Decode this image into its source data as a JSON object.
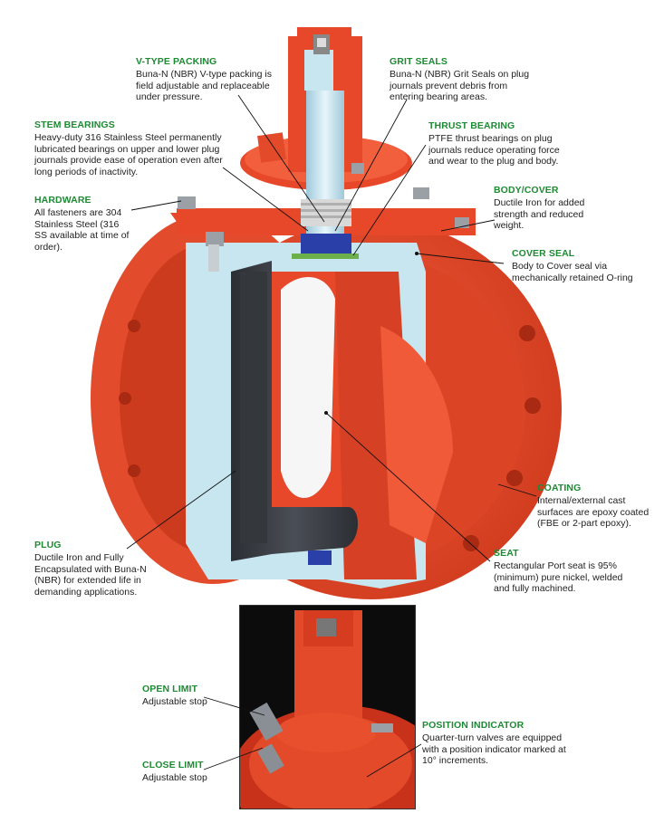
{
  "colors": {
    "heading": "#1e8a34",
    "valve_body": "#e8482a",
    "valve_shadow": "#c2371d",
    "section_cut": "#c7e6f0",
    "plug": "#3a3d42",
    "seal_blue": "#2a3fa8",
    "seal_green": "#6bb04a",
    "inset_bg": "#0c0c0c"
  },
  "callouts": {
    "vtype": {
      "title": "V-TYPE PACKING",
      "text": "Buna-N (NBR) V-type packing is\nfield adjustable and replaceable\nunder pressure."
    },
    "grit": {
      "title": "GRIT SEALS",
      "text": "Buna-N (NBR) Grit Seals on plug\njournals prevent debris from\nentering bearing areas."
    },
    "stem": {
      "title": "STEM BEARINGS",
      "text": "Heavy-duty 316 Stainless Steel permanently\nlubricated bearings on upper and lower plug\njournals provide ease of operation even after\nlong periods of inactivity."
    },
    "thrust": {
      "title": "THRUST BEARING",
      "text": "PTFE thrust bearings on plug\njournals reduce operating force\nand wear to the plug and body."
    },
    "body": {
      "title": "BODY/COVER",
      "text": "Ductile Iron for added\nstrength and reduced\nweight."
    },
    "hardware": {
      "title": "HARDWARE",
      "text": "All fasteners are 304\nStainless Steel (316\nSS available at time of\norder)."
    },
    "coverseal": {
      "title": "COVER SEAL",
      "text": "Body to Cover seal via\nmechanically retained O-ring"
    },
    "coating": {
      "title": "COATING",
      "text": "Internal/external cast\nsurfaces are epoxy coated\n(FBE or 2-part epoxy)."
    },
    "plug": {
      "title": "PLUG",
      "text": "Ductile Iron and Fully\nEncapsulated with Buna-N\n(NBR) for extended life in\ndemanding applications."
    },
    "seat": {
      "title": "SEAT",
      "text": "Rectangular Port seat is 95%\n(minimum) pure nickel, welded\nand fully machined."
    },
    "openlimit": {
      "title": "OPEN LIMIT",
      "text": "Adjustable stop"
    },
    "closelimit": {
      "title": "CLOSE LIMIT",
      "text": "Adjustable stop"
    },
    "position": {
      "title": "POSITION INDICATOR",
      "text": "Quarter-turn valves are equipped\nwith a position indicator marked at\n10° increments."
    }
  }
}
